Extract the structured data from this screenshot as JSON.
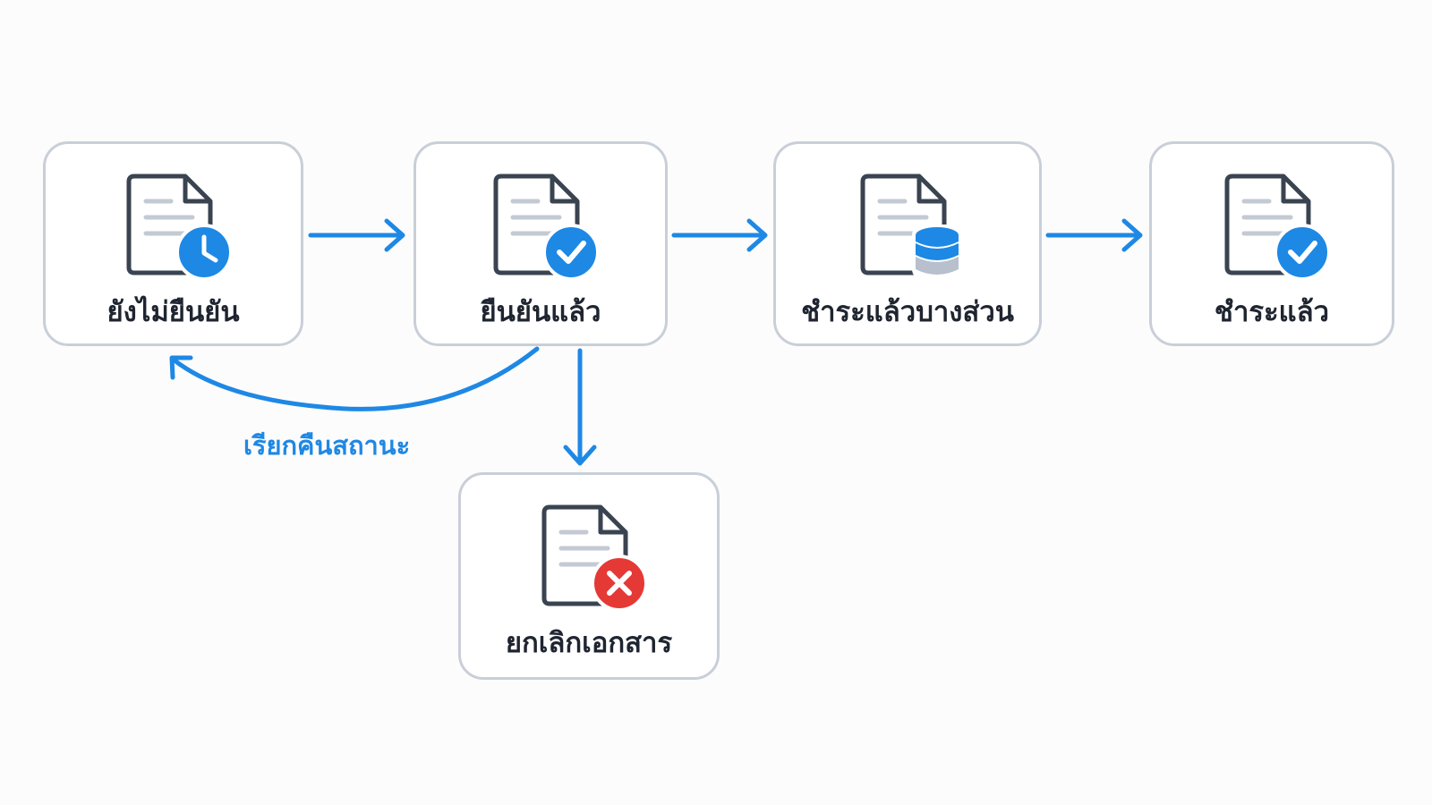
{
  "colors": {
    "accent": "#1e88e5",
    "node_border": "#c9cfd8",
    "doc_stroke": "#3a4350",
    "doc_lines": "#c3cad3",
    "danger": "#e53935",
    "database_light": "#b7c0cc",
    "text": "#1f2530"
  },
  "nodes": {
    "unconfirmed": {
      "label": "ยังไม่ยืนยัน",
      "icon": "document-clock-icon"
    },
    "confirmed": {
      "label": "ยืนยันแล้ว",
      "icon": "document-check-icon"
    },
    "partial": {
      "label": "ชำระแล้วบางส่วน",
      "icon": "document-database-icon"
    },
    "paid": {
      "label": "ชำระแล้ว",
      "icon": "document-check-icon"
    },
    "cancelled": {
      "label": "ยกเลิกเอกสาร",
      "icon": "document-cancel-icon"
    }
  },
  "edges": [
    {
      "from": "unconfirmed",
      "to": "confirmed",
      "label": ""
    },
    {
      "from": "confirmed",
      "to": "partial",
      "label": ""
    },
    {
      "from": "partial",
      "to": "paid",
      "label": ""
    },
    {
      "from": "confirmed",
      "to": "unconfirmed",
      "label": "เรียกคืนสถานะ"
    },
    {
      "from": "confirmed",
      "to": "cancelled",
      "label": ""
    }
  ]
}
